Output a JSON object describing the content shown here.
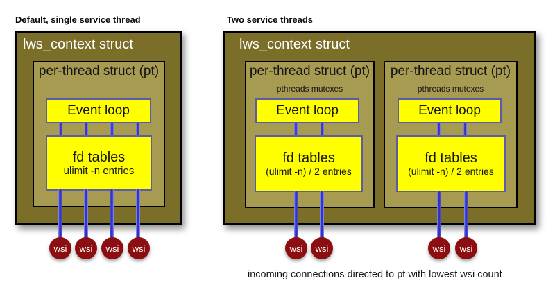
{
  "colors": {
    "context_fill": "#7a6e28",
    "pt_fill": "#a79b52",
    "box_yellow": "#ffff00",
    "box_border_blue": "#5b5bac",
    "line_blue": "#3232c8",
    "wsi_red": "#8d0e10",
    "context_text": "#ffffff",
    "text": "#111111"
  },
  "left": {
    "title": "Default, single service thread",
    "context_label": "lws_context struct",
    "pt": {
      "label": "per-thread struct (pt)",
      "event_loop_label": "Event loop",
      "fd_title": "fd tables",
      "fd_subtitle": "ulimit -n entries"
    },
    "wsi_labels": [
      "wsi",
      "wsi",
      "wsi",
      "wsi"
    ]
  },
  "right": {
    "title": "Two service threads",
    "context_label": "lws_context struct",
    "pts": [
      {
        "label": "per-thread struct (pt)",
        "mutex_label": "pthreads mutexes",
        "event_loop_label": "Event loop",
        "fd_title": "fd tables",
        "fd_subtitle": "(ulimit -n) / 2 entries"
      },
      {
        "label": "per-thread struct (pt)",
        "mutex_label": "pthreads mutexes",
        "event_loop_label": "Event loop",
        "fd_title": "fd tables",
        "fd_subtitle": "(ulimit -n) / 2 entries"
      }
    ],
    "wsi_labels": [
      "wsi",
      "wsi",
      "wsi",
      "wsi"
    ],
    "caption": "incoming connections directed to pt with lowest wsi count"
  }
}
